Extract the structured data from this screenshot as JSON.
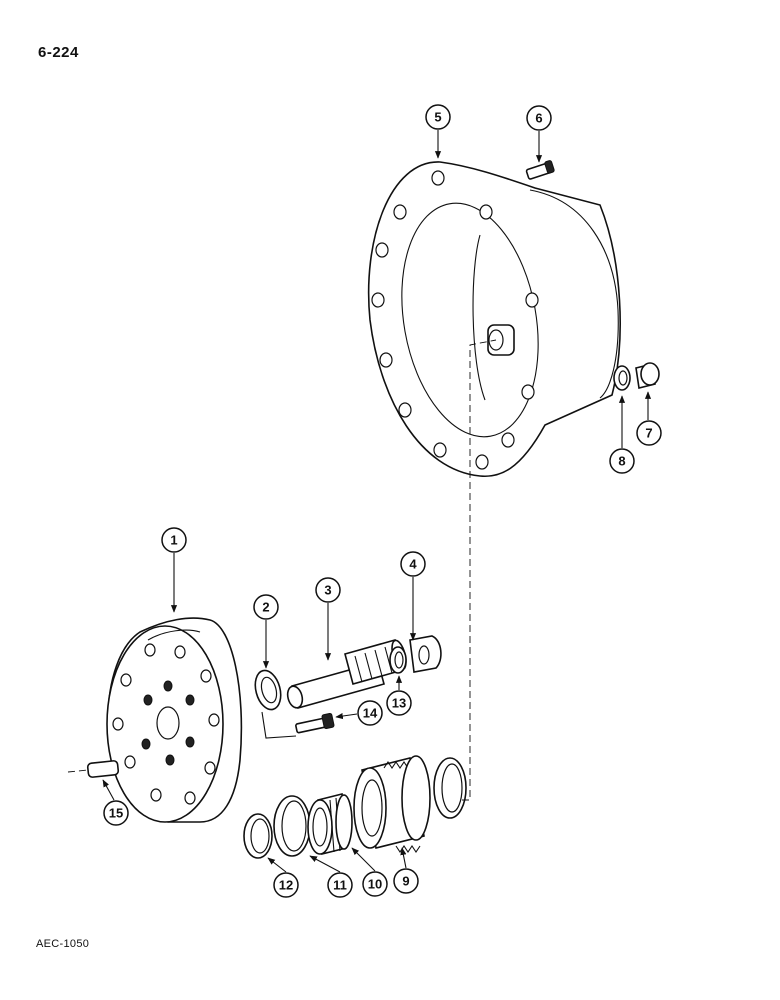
{
  "page": {
    "number": "6-224",
    "figure_code": "AEC-1050"
  },
  "callouts": [
    "1",
    "2",
    "3",
    "4",
    "5",
    "6",
    "7",
    "8",
    "9",
    "10",
    "11",
    "12",
    "13",
    "14",
    "15"
  ]
}
